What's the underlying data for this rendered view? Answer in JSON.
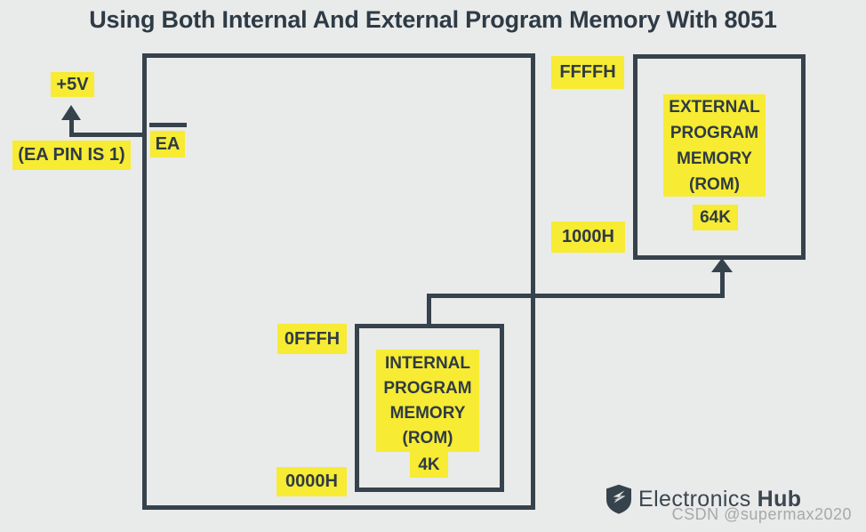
{
  "title": "Using Both Internal And External Program Memory With 8051",
  "colors": {
    "background": "#e9eaea",
    "line": "#36424c",
    "label_bg": "#f7eb33",
    "text": "#2e3b45",
    "watermark": "#a8a8a8",
    "logo_text": "#3b4650"
  },
  "chip": {
    "supply_label": "+5V",
    "ea_note": "(EA PIN IS 1)",
    "ea_pin_label": "EA"
  },
  "internal_memory": {
    "name": "INTERNAL\nPROGRAM\nMEMORY\n(ROM)",
    "size_label": "4K",
    "address_top": "0FFFH",
    "address_bottom": "0000H"
  },
  "external_memory": {
    "name": "EXTERNAL\nPROGRAM\nMEMORY\n(ROM)",
    "size_label": "64K",
    "address_top": "FFFFH",
    "address_bottom": "1000H"
  },
  "branding": {
    "logo_icon": "shield-bolt-icon",
    "logo_regular": "Electronics",
    "logo_bold": "Hub",
    "watermark": "CSDN @supermax2020"
  }
}
